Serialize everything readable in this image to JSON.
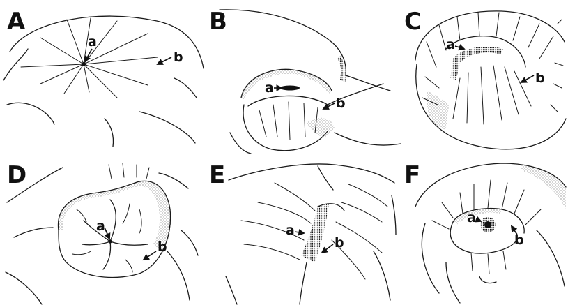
{
  "panels": [
    {
      "id": "A",
      "labels": {
        "a": "a",
        "b": "b"
      }
    },
    {
      "id": "B",
      "labels": {
        "a": "a",
        "b": "b"
      }
    },
    {
      "id": "C",
      "labels": {
        "a": "a",
        "b": "b"
      }
    },
    {
      "id": "D",
      "labels": {
        "a": "a",
        "b": "b"
      }
    },
    {
      "id": "E",
      "labels": {
        "a": "a",
        "b": "b"
      }
    },
    {
      "id": "F",
      "labels": {
        "a": "a",
        "b": "b"
      }
    }
  ],
  "colors": {
    "ink": "#1a1a1a",
    "background": "#ffffff"
  }
}
